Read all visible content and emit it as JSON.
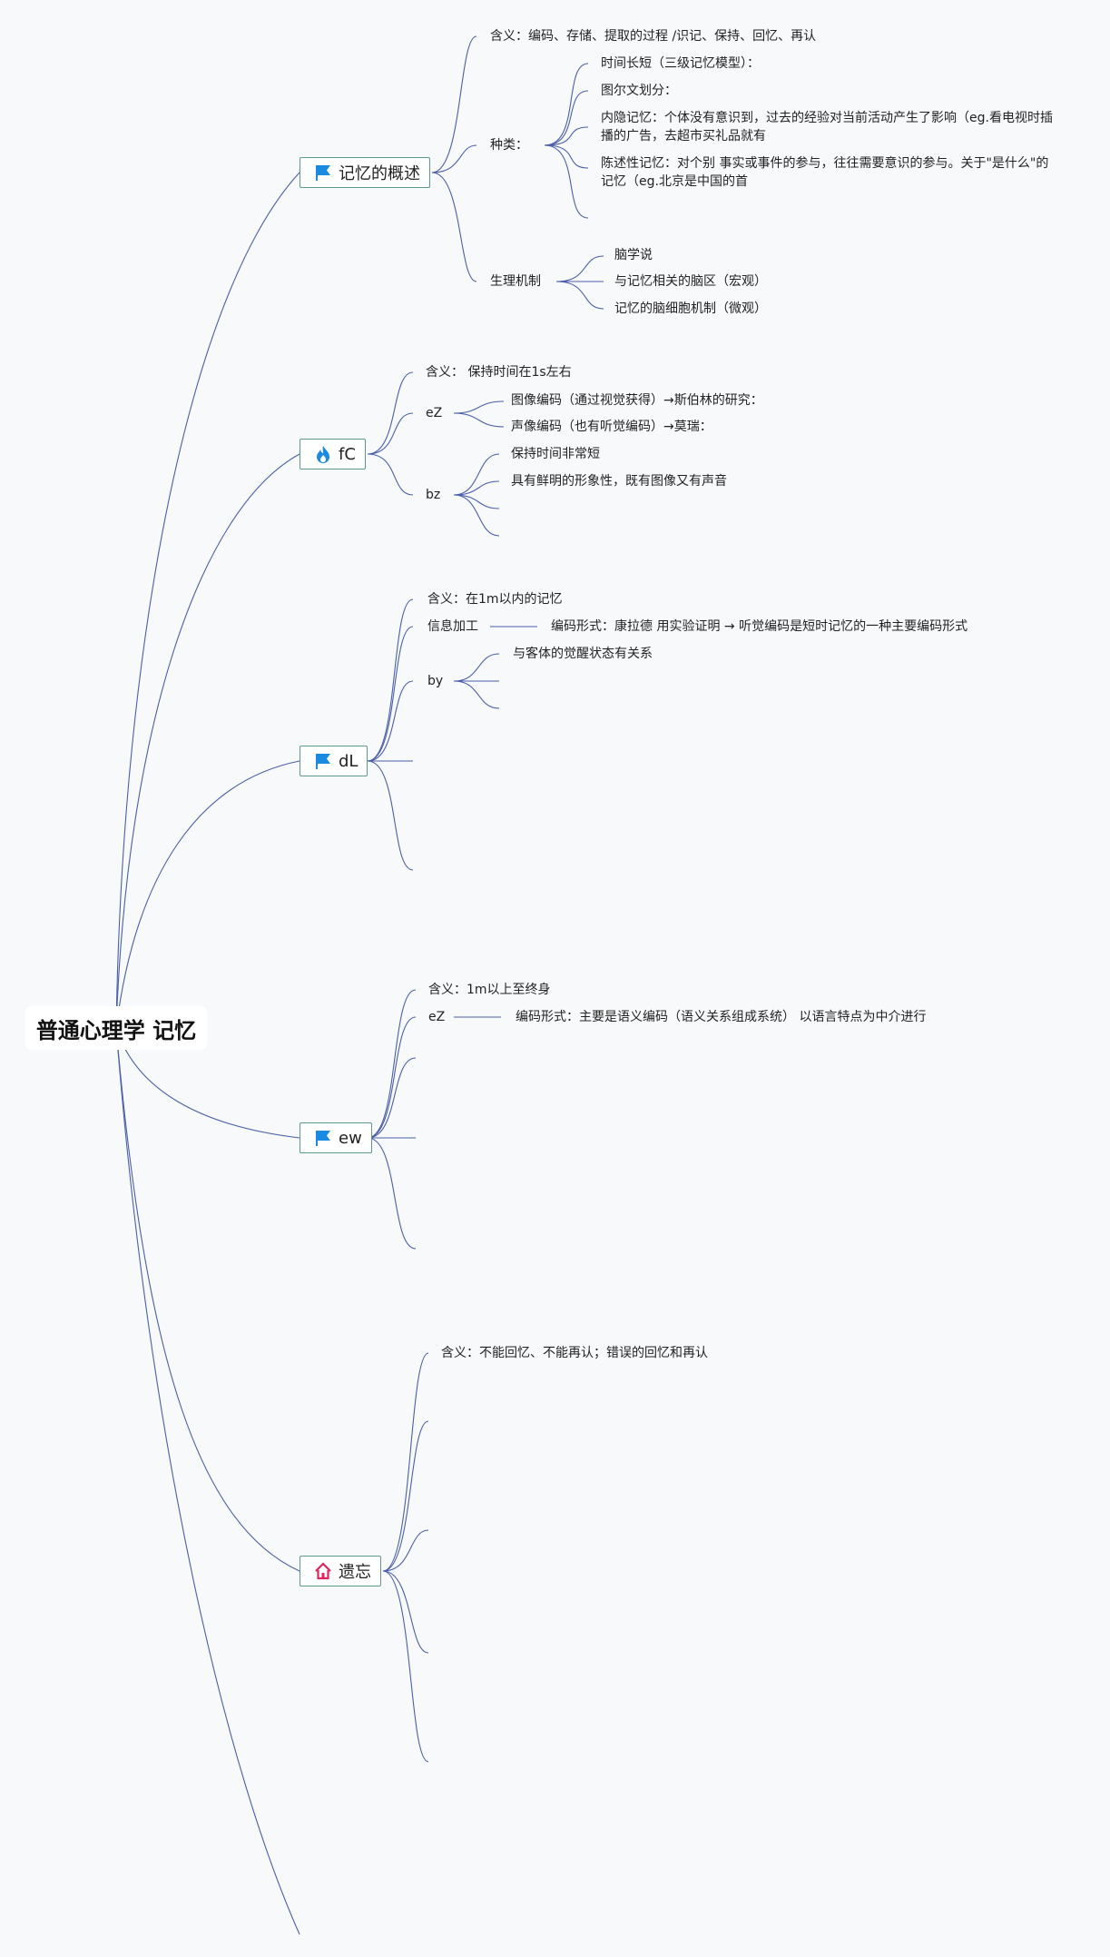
{
  "root": {
    "title": "普通心理学 记忆"
  },
  "icons": {
    "flag": "flag-icon",
    "fire": "fire-icon",
    "home": "home-icon",
    "flag_color": "#1a8be0",
    "fire_color": "#1a8be0",
    "home_color": "#e0245e",
    "line_color": "#4a5fa8",
    "topic_border_color": "#5b9a8b"
  },
  "branches": {
    "overview": {
      "label": "记忆的概述",
      "meaning": "含义：编码、存储、提取的过程 /识记、保持、回忆、再认",
      "types": {
        "label": "种类：",
        "items": [
          "时间长短（三级记忆模型）：",
          "图尔文划分：",
          "内隐记忆：个体没有意识到，过去的经验对当前活动产生了影响（eg.看电视时插播的广告，去超市买礼品就有",
          "陈述性记忆：对个别 事实或事件的参与，往往需要意识的参与。关于\"是什么\"的记忆（eg.北京是中国的首"
        ]
      },
      "physiology": {
        "label": "生理机制",
        "items": [
          "脑学说",
          "与记忆相关的脑区（宏观）",
          "记忆的脑细胞机制（微观）"
        ]
      }
    },
    "sensory": {
      "label": "fC",
      "meaning": "含义： 保持时间在1s左右",
      "encoding": {
        "label": "eZ",
        "items": [
          "图像编码（通过视觉获得）→斯伯林的研究：",
          "声像编码（也有听觉编码）→莫瑞："
        ]
      },
      "features": {
        "label": "bz",
        "items": [
          "保持时间非常短",
          "具有鲜明的形象性，既有图像又有声音"
        ]
      }
    },
    "short_term": {
      "label": "dL",
      "meaning": "含义：在1m以内的记忆",
      "processing": {
        "label": "信息加工",
        "item": "编码形式：康拉德 用实验证明 → 听觉编码是短时记忆的一种主要编码形式"
      },
      "factors": {
        "label": "by",
        "items": [
          "与客体的觉醒状态有关系"
        ]
      }
    },
    "long_term": {
      "label": "ew",
      "meaning": "含义：1m以上至终身",
      "encoding": {
        "label": "eZ",
        "item": "编码形式：主要是语义编码（语义关系组成系统） 以语言特点为中介进行"
      }
    },
    "forgetting": {
      "label": "遗忘",
      "meaning": "含义：不能回忆、不能再认；错误的回忆和再认"
    }
  }
}
